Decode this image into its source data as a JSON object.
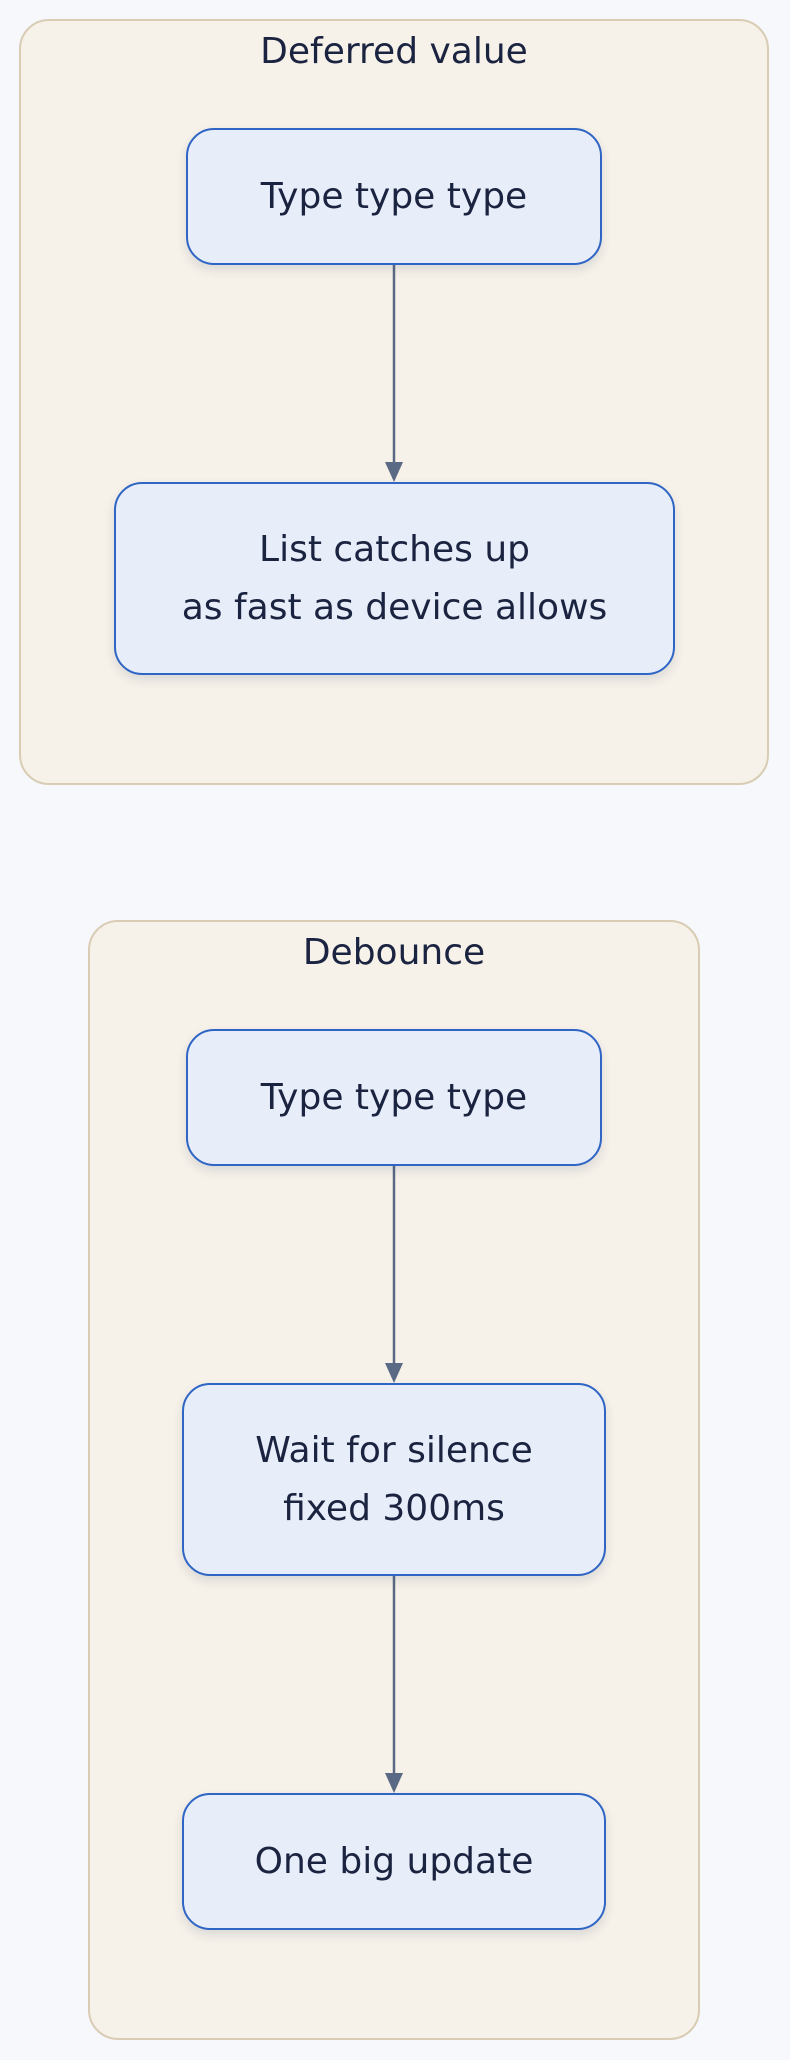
{
  "clusters": [
    {
      "title": "Deferred value",
      "nodes": [
        {
          "lines": [
            "Type type type"
          ]
        },
        {
          "lines": [
            "List catches up",
            "as fast as device allows"
          ]
        }
      ]
    },
    {
      "title": "Debounce",
      "nodes": [
        {
          "lines": [
            "Type type type"
          ]
        },
        {
          "lines": [
            "Wait for silence",
            "fixed 300ms"
          ]
        },
        {
          "lines": [
            "One big update"
          ]
        }
      ]
    }
  ],
  "colors": {
    "background": "#f7f8fc",
    "cluster_fill": "#f6f1e9",
    "cluster_border": "#d9ccb4",
    "node_fill": "#e8eef9",
    "node_border": "#2f65c4",
    "edge": "#5a6a85",
    "text": "#1a2340"
  }
}
